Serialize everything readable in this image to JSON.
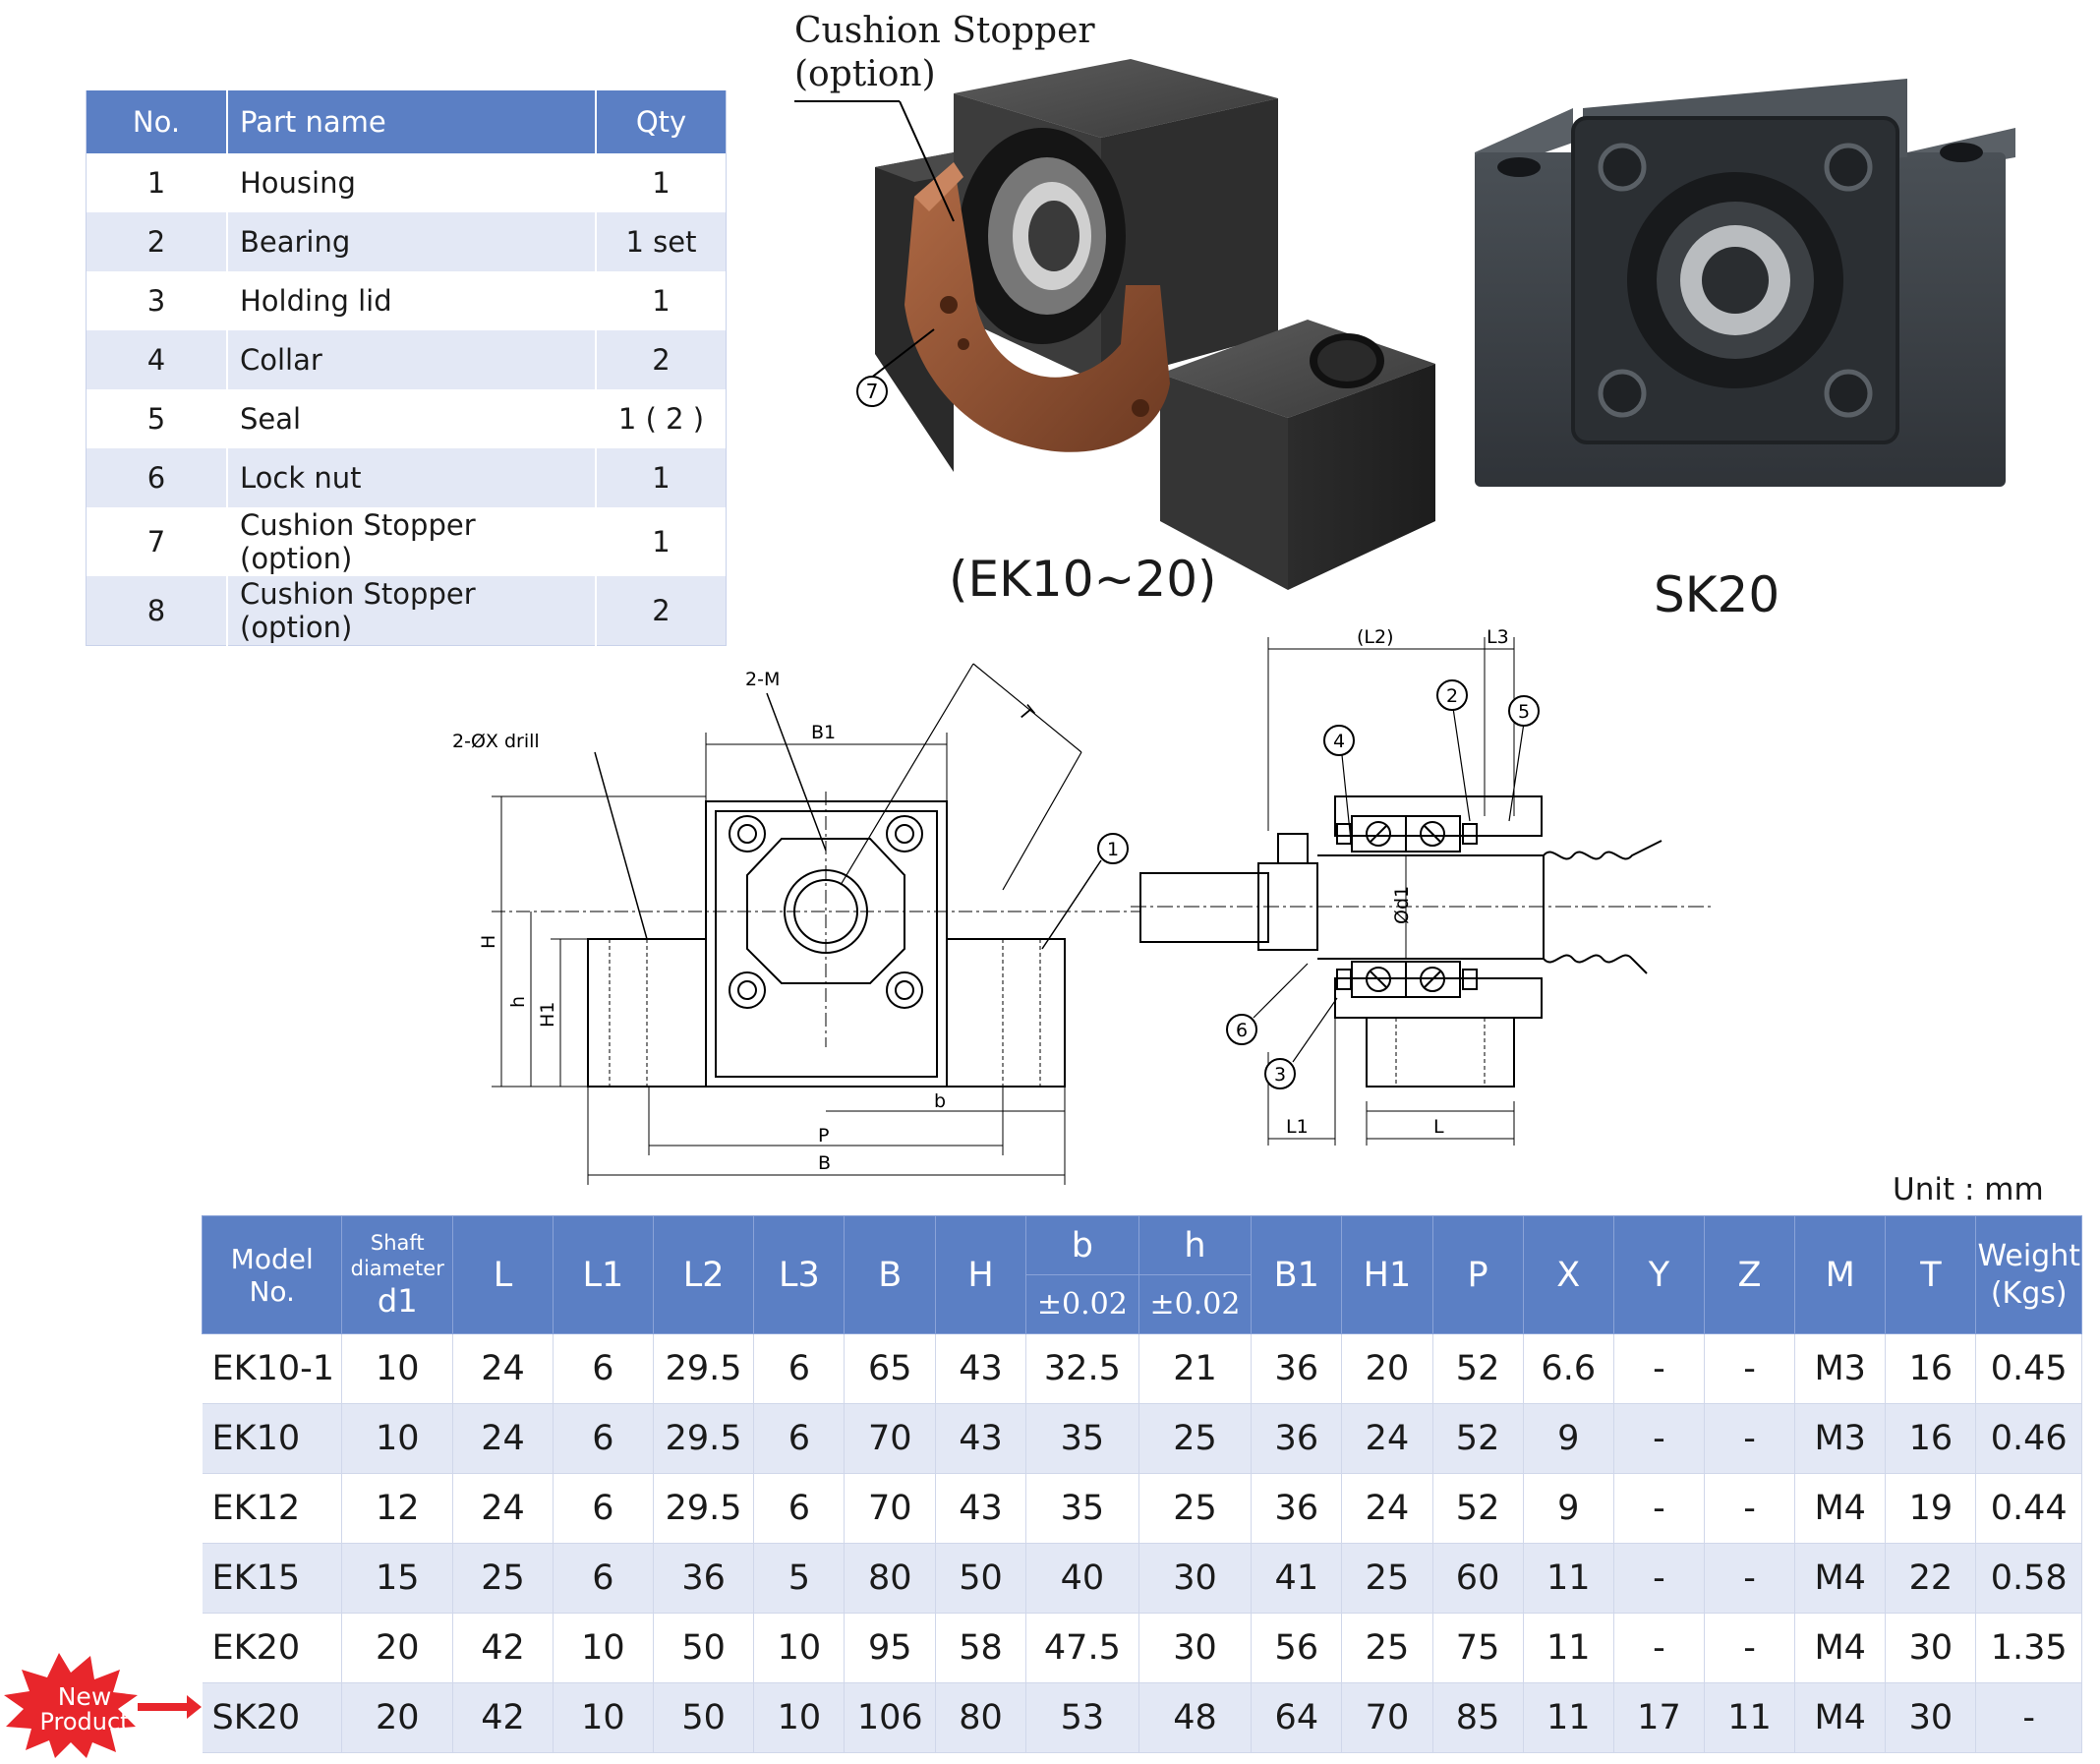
{
  "parts_table": {
    "headers": [
      "No.",
      "Part name",
      "Qty"
    ],
    "rows": [
      {
        "no": "1",
        "name": "Housing",
        "qty": "1"
      },
      {
        "no": "2",
        "name": "Bearing",
        "qty": "1 set"
      },
      {
        "no": "3",
        "name": "Holding lid",
        "qty": "1"
      },
      {
        "no": "4",
        "name": "Collar",
        "qty": "2"
      },
      {
        "no": "5",
        "name": "Seal",
        "qty": "1 ( 2 )"
      },
      {
        "no": "6",
        "name": "Lock nut",
        "qty": "1"
      },
      {
        "no": "7",
        "name": "Cushion Stopper (option)",
        "qty": "1"
      },
      {
        "no": "8",
        "name": "Cushion Stopper (option)",
        "qty": "2"
      }
    ]
  },
  "callout": {
    "line1": "Cushion Stopper",
    "line2": "(option)",
    "marker": "7"
  },
  "captions": {
    "ek": "(EK10~20)",
    "sk": "SK20"
  },
  "drawing_labels": {
    "drill": "2-ØX drill",
    "m": "2-M",
    "b1": "B1",
    "t": "T",
    "h": "H",
    "h_small": "h",
    "h1": "H1",
    "b_small": "b",
    "p": "P",
    "b": "B",
    "l2": "(L2)",
    "l3": "L3",
    "l1": "L1",
    "l": "L",
    "d1": "Ød1",
    "markers": [
      "1",
      "2",
      "3",
      "4",
      "5",
      "6"
    ]
  },
  "unit": "Unit : mm",
  "spec_table": {
    "headers": {
      "model": "Model No.",
      "shaft1": "Shaft",
      "shaft2": "diameter",
      "shaft3": "d1",
      "L": "L",
      "L1": "L1",
      "L2": "L2",
      "L3": "L3",
      "B": "B",
      "H": "H",
      "b": "b",
      "b_tol": "±0.02",
      "h": "h",
      "h_tol": "±0.02",
      "B1": "B1",
      "H1": "H1",
      "P": "P",
      "X": "X",
      "Y": "Y",
      "Z": "Z",
      "M": "M",
      "T": "T",
      "weight1": "Weight",
      "weight2": "(Kgs)"
    },
    "rows": [
      [
        "EK10-1",
        "10",
        "24",
        "6",
        "29.5",
        "6",
        "65",
        "43",
        "32.5",
        "21",
        "36",
        "20",
        "52",
        "6.6",
        "-",
        "-",
        "M3",
        "16",
        "0.45"
      ],
      [
        "EK10",
        "10",
        "24",
        "6",
        "29.5",
        "6",
        "70",
        "43",
        "35",
        "25",
        "36",
        "24",
        "52",
        "9",
        "-",
        "-",
        "M3",
        "16",
        "0.46"
      ],
      [
        "EK12",
        "12",
        "24",
        "6",
        "29.5",
        "6",
        "70",
        "43",
        "35",
        "25",
        "36",
        "24",
        "52",
        "9",
        "-",
        "-",
        "M4",
        "19",
        "0.44"
      ],
      [
        "EK15",
        "15",
        "25",
        "6",
        "36",
        "5",
        "80",
        "50",
        "40",
        "30",
        "41",
        "25",
        "60",
        "11",
        "-",
        "-",
        "M4",
        "22",
        "0.58"
      ],
      [
        "EK20",
        "20",
        "42",
        "10",
        "50",
        "10",
        "95",
        "58",
        "47.5",
        "30",
        "56",
        "25",
        "75",
        "11",
        "-",
        "-",
        "M4",
        "30",
        "1.35"
      ],
      [
        "SK20",
        "20",
        "42",
        "10",
        "50",
        "10",
        "106",
        "80",
        "53",
        "48",
        "64",
        "70",
        "85",
        "11",
        "17",
        "11",
        "M4",
        "30",
        "-"
      ]
    ]
  },
  "badge": {
    "line1": "New",
    "line2": "Product"
  },
  "colors": {
    "header": "#5b7fc4",
    "stripe": "#e3e8f5",
    "stopper": "#8b4a2b",
    "badge": "#e8262b"
  }
}
